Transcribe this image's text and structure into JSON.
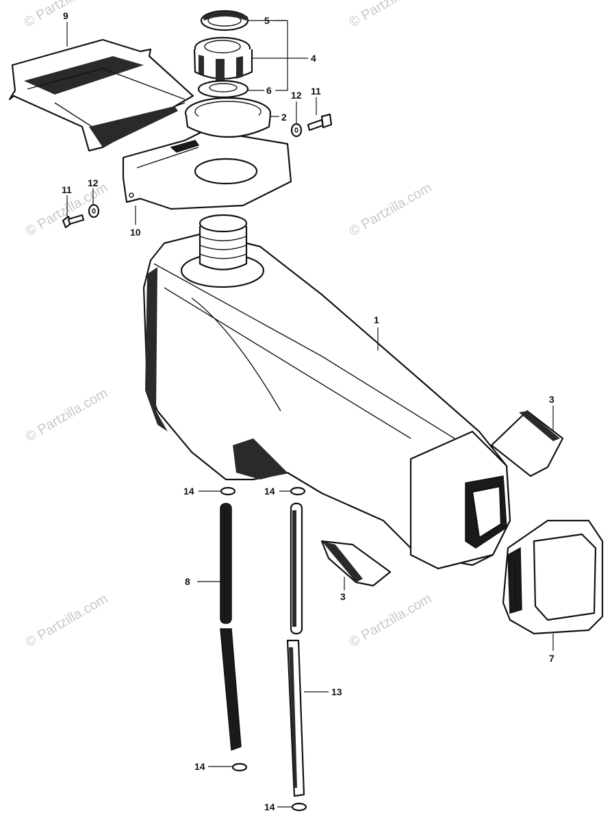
{
  "watermark": {
    "text": "© Partzilla.com",
    "color": "#c8c8c8"
  },
  "callouts": {
    "c1": "1",
    "c2": "2",
    "c3a": "3",
    "c3b": "3",
    "c4": "4",
    "c5": "5",
    "c6": "6",
    "c7": "7",
    "c8": "8",
    "c9": "9",
    "c10": "10",
    "c11a": "11",
    "c11b": "11",
    "c12a": "12",
    "c12b": "12",
    "c13": "13",
    "c14a": "14",
    "c14b": "14",
    "c14c": "14",
    "c14d": "14"
  },
  "colors": {
    "ink": "#111111",
    "paper": "#ffffff"
  }
}
